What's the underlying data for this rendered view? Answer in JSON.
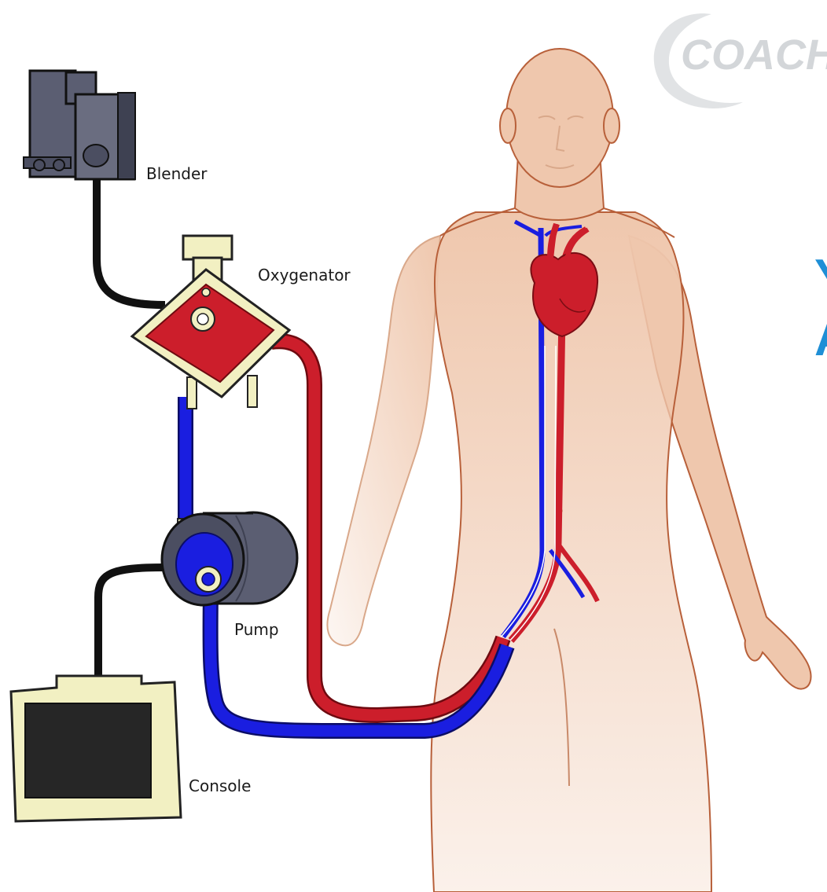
{
  "logo": {
    "text": "COACH"
  },
  "side_text": [
    "Y",
    "A"
  ],
  "components": {
    "blender": "Blender",
    "oxygenator": "Oxygenator",
    "pump": "Pump",
    "console": "Console"
  },
  "colors": {
    "arterial_line": "#cc1e2b",
    "venous_line": "#1a1ee0",
    "cable": "#111111",
    "skin": "#efc7ad",
    "skin_outline": "#b8603a",
    "device_cream": "#f2f0c2",
    "device_dark": "#5b5e72",
    "accent_text": "#1f8fd6"
  }
}
